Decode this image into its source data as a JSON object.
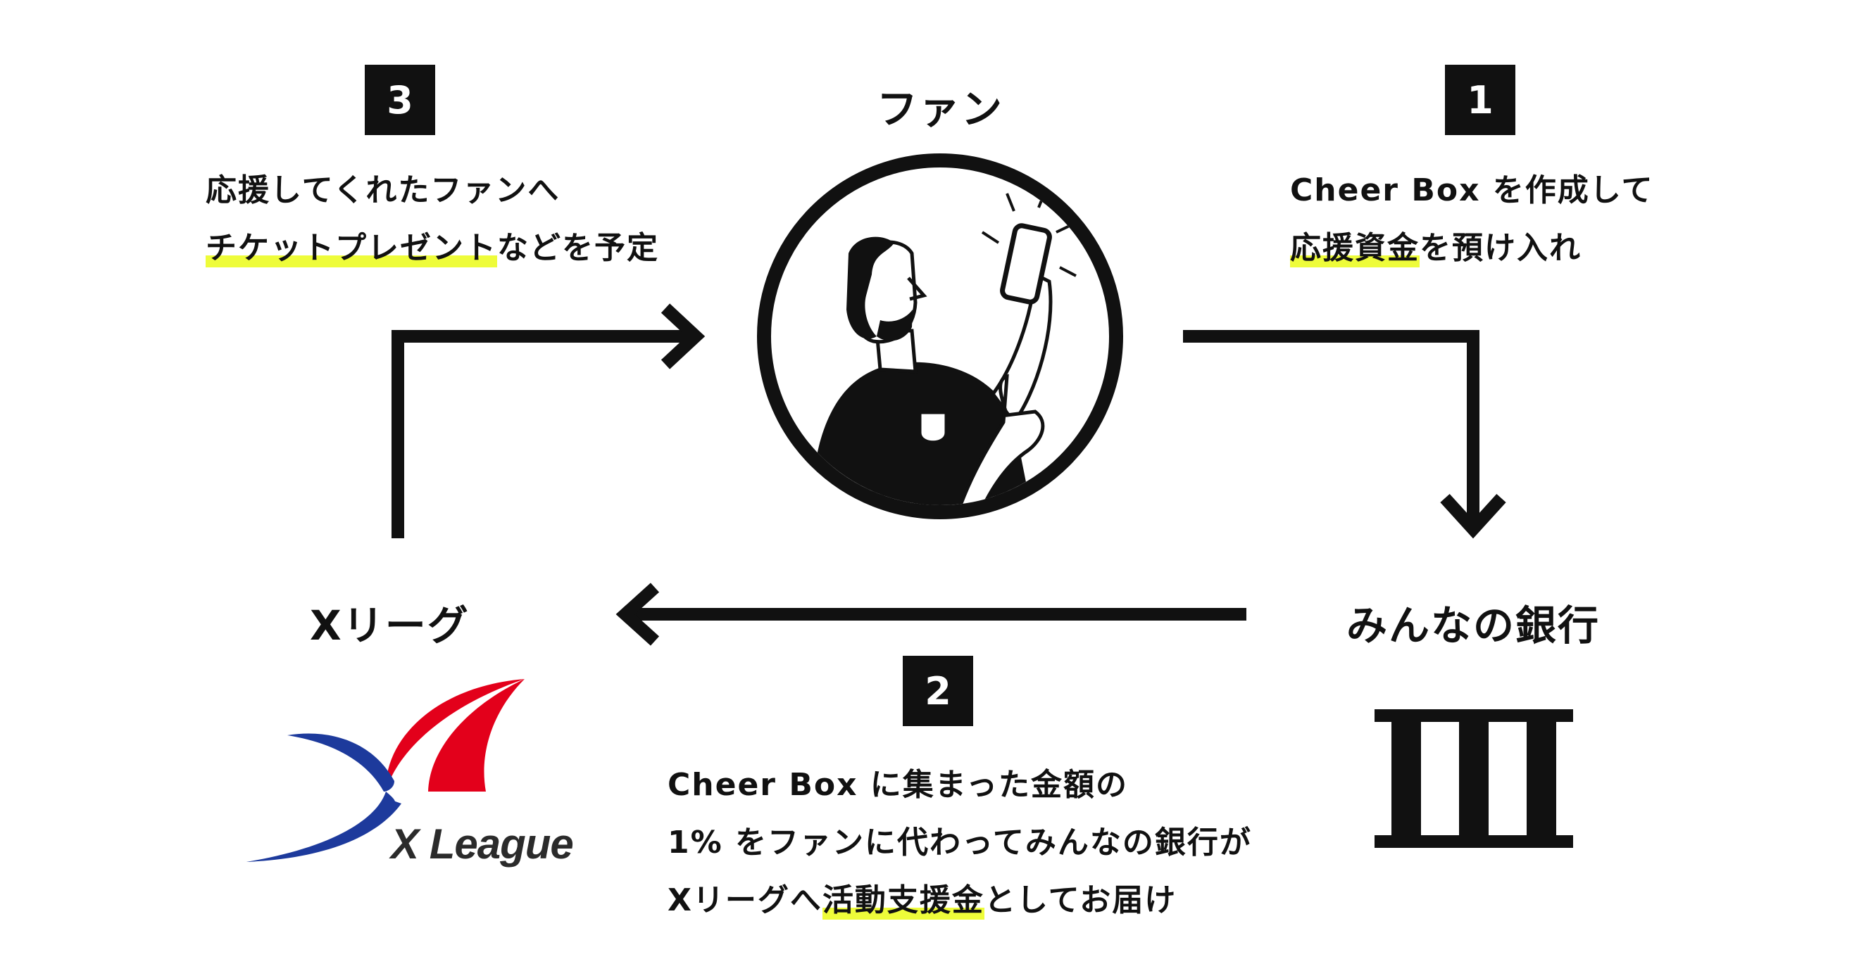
{
  "nodes": {
    "fan": {
      "title": "ファン"
    },
    "xleague": {
      "title": "Xリーグ",
      "logo_text": "X League"
    },
    "bank": {
      "title": "みんなの銀行"
    }
  },
  "steps": [
    {
      "number": "1",
      "line1": "Cheer Box を作成して",
      "line2_highlight": "応援資金",
      "line2_rest": "を預け入れ"
    },
    {
      "number": "2",
      "line1": "Cheer Box に集まった金額の",
      "line2": "1% をファンに代わってみんなの銀行が",
      "line3_prefix": "Xリーグへ",
      "line3_highlight": "活動支援金",
      "line3_suffix": "としてお届け"
    },
    {
      "number": "3",
      "line1": "応援してくれたファンへ",
      "line2_highlight": "チケットプレゼント",
      "line2_rest": "などを予定"
    }
  ],
  "colors": {
    "ink": "#111111",
    "highlight": "#eefc3a",
    "logo_red": "#e3001b",
    "logo_blue": "#1d3a9c"
  }
}
